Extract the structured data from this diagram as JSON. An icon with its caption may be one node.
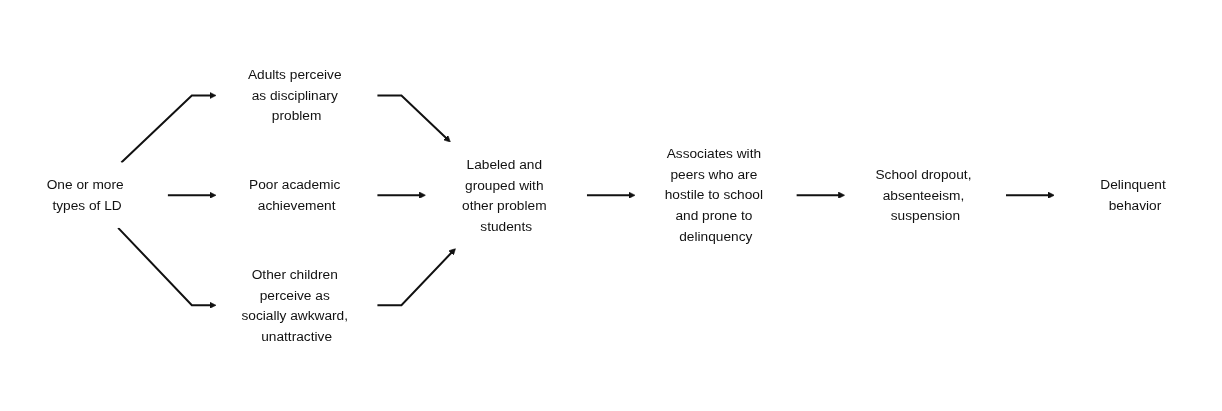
{
  "diagram": {
    "nodes": [
      {
        "text": [
          "One or more types of LD"
        ]
      },
      {
        "text": [
          "Adults perceive as disciplinary problem"
        ]
      },
      {
        "text": [
          "Poor academic achievement"
        ]
      },
      {
        "text": [
          "Other children perceive as socially awkward, unattractive"
        ]
      },
      {
        "text": [
          "Labeled and grouped with other problem students"
        ]
      },
      {
        "text": [
          "Associates with peers who are hostile to school and prone to delinquency"
        ]
      },
      {
        "text": [
          "School dropout, absenteeism, suspension"
        ]
      },
      {
        "text": [
          "Delinquent behavior"
        ]
      }
    ],
    "edges": [
      {
        "from": 0,
        "to": 1,
        "arrow": "to"
      },
      {
        "from": 0,
        "to": 2,
        "arrow": "to"
      },
      {
        "from": 0,
        "to": 3,
        "arrow": "to"
      },
      {
        "from": 1,
        "to": 4,
        "arrow": "to"
      },
      {
        "from": 2,
        "to": 4,
        "arrow": "to"
      },
      {
        "from": 3,
        "to": 4,
        "arrow": "to"
      },
      {
        "from": 4,
        "to": 5,
        "arrow": "to"
      },
      {
        "from": 5,
        "to": 6,
        "arrow": "to"
      },
      {
        "from": 6,
        "to": 7,
        "arrow": "to"
      }
    ]
  }
}
